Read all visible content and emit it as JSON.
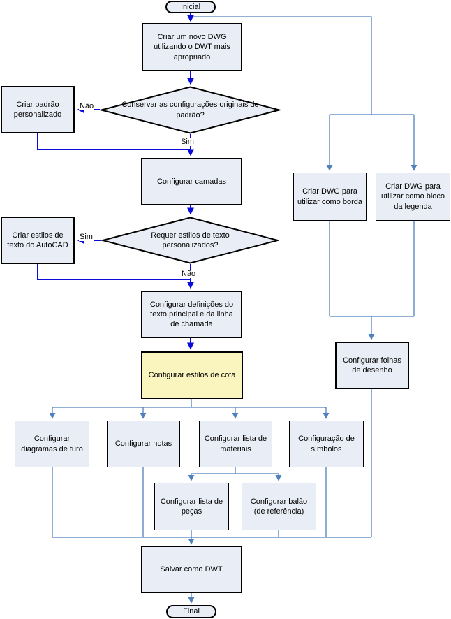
{
  "diagram": {
    "language": "pt-BR",
    "colors": {
      "node_fill": "#E9EDF5",
      "highlight_fill": "#FAF5BE",
      "node_border": "#000000",
      "arrow_primary": "#0A0ADB",
      "arrow_secondary": "#4F81BD",
      "background": "#FFFFFF"
    },
    "nodes": {
      "inicial": {
        "label": "Inicial",
        "type": "terminator"
      },
      "novo_dwg": {
        "label": "Criar um novo DWG utilizando o DWT mais apropriado",
        "type": "process"
      },
      "conservar": {
        "label": "Conservar as configurações originais do padrão?",
        "type": "decision"
      },
      "padrao": {
        "label": "Criar padrão personalizado",
        "type": "process"
      },
      "camadas": {
        "label": "Configurar camadas",
        "type": "process"
      },
      "requer": {
        "label": "Requer estilos de texto personalizados?",
        "type": "decision"
      },
      "estilos_autocad": {
        "label": "Criar estilos de texto do AutoCAD",
        "type": "process"
      },
      "definicoes": {
        "label": "Configurar definições do texto principal e da linha de chamada",
        "type": "process"
      },
      "cota": {
        "label": "Configurar estilos de cota",
        "type": "process",
        "highlighted": true
      },
      "furo": {
        "label": "Configurar diagramas de furo",
        "type": "process"
      },
      "notas": {
        "label": "Configurar notas",
        "type": "process"
      },
      "materiais": {
        "label": "Configurar lista de materiais",
        "type": "process"
      },
      "simbolos": {
        "label": "Configuração de símbolos",
        "type": "process"
      },
      "pecas": {
        "label": "Configurar lista de peças",
        "type": "process"
      },
      "balao": {
        "label": "Configurar balão (de referência)",
        "type": "process"
      },
      "salvar": {
        "label": "Salvar como DWT",
        "type": "process"
      },
      "final": {
        "label": "Final",
        "type": "terminator"
      },
      "borda": {
        "label": "Criar DWG para utilizar como borda",
        "type": "process"
      },
      "legenda": {
        "label": "Criar DWG para utilizar como bloco da legenda",
        "type": "process"
      },
      "folhas": {
        "label": "Configurar folhas de desenho",
        "type": "process"
      }
    },
    "edge_labels": {
      "conservar_no": "Não",
      "conservar_yes": "Sim",
      "requer_yes": "Sim",
      "requer_no": "Não"
    }
  }
}
